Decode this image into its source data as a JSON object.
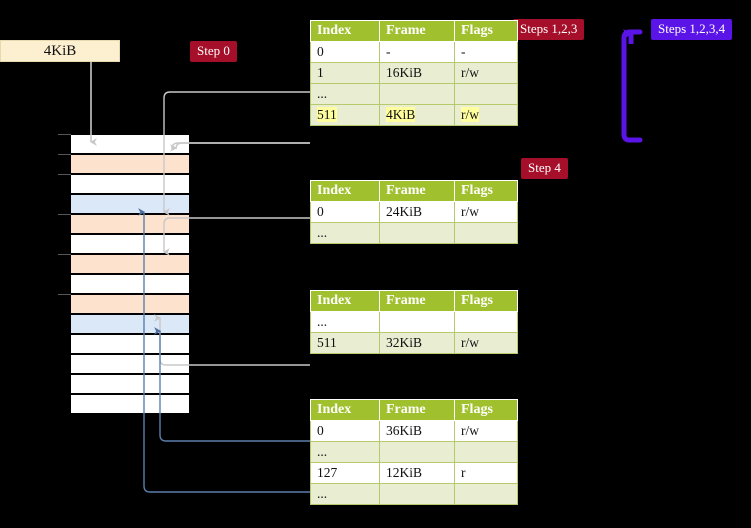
{
  "diagram": {
    "title_labels": {
      "size_label": "4KiB"
    },
    "badges": [
      {
        "name": "step-0",
        "text": "Step 0",
        "color": "#a50f2a"
      },
      {
        "name": "steps-123",
        "text": "Steps 1,2,3",
        "color": "#a50f2a"
      },
      {
        "name": "steps-1234",
        "text": "Steps 1,2,3,4",
        "color": "#5b14e8"
      },
      {
        "name": "step-4",
        "text": "Step 4",
        "color": "#a50f2a"
      }
    ],
    "colors": {
      "background": "#000000",
      "table_header": "#a0c02d",
      "table_alt_row": "#e9eed2",
      "highlight": "#ffff9e",
      "memory_orange": "#fde3cd",
      "memory_blue": "#dbe8f7",
      "size_label_bg": "#fdf0d0",
      "wire_gray": "#c8c8c8",
      "wire_blue": "#5b7fae"
    },
    "memory": {
      "name": "physical-memory-column",
      "rows": [
        {
          "index": 0,
          "fill": "white"
        },
        {
          "index": 1,
          "fill": "orange"
        },
        {
          "index": 2,
          "fill": "white"
        },
        {
          "index": 3,
          "fill": "blue"
        },
        {
          "index": 4,
          "fill": "orange"
        },
        {
          "index": 5,
          "fill": "white"
        },
        {
          "index": 6,
          "fill": "orange"
        },
        {
          "index": 7,
          "fill": "white"
        },
        {
          "index": 8,
          "fill": "orange"
        },
        {
          "index": 9,
          "fill": "blue"
        },
        {
          "index": 10,
          "fill": "white"
        },
        {
          "index": 11,
          "fill": "white"
        },
        {
          "index": 12,
          "fill": "white"
        },
        {
          "index": 13,
          "fill": "white"
        }
      ]
    },
    "tables": [
      {
        "name": "page-table-level-4",
        "headers": [
          "Index",
          "Frame",
          "Flags"
        ],
        "rows": [
          {
            "style": "plain",
            "cells": [
              "0",
              "-",
              "-"
            ],
            "highlight": [
              false,
              false,
              false
            ]
          },
          {
            "style": "alt",
            "cells": [
              "1",
              "16KiB",
              "r/w"
            ],
            "highlight": [
              false,
              false,
              false
            ]
          },
          {
            "style": "alt",
            "cells": [
              "...",
              "",
              ""
            ],
            "highlight": [
              false,
              false,
              false
            ]
          },
          {
            "style": "alt",
            "cells": [
              "511",
              "4KiB",
              "r/w"
            ],
            "highlight": [
              true,
              true,
              true
            ]
          }
        ]
      },
      {
        "name": "page-table-level-3",
        "headers": [
          "Index",
          "Frame",
          "Flags"
        ],
        "rows": [
          {
            "style": "plain",
            "cells": [
              "0",
              "24KiB",
              "r/w"
            ],
            "highlight": [
              false,
              false,
              false
            ]
          },
          {
            "style": "alt",
            "cells": [
              "...",
              "",
              ""
            ],
            "highlight": [
              false,
              false,
              false
            ]
          }
        ]
      },
      {
        "name": "page-table-level-2",
        "headers": [
          "Index",
          "Frame",
          "Flags"
        ],
        "rows": [
          {
            "style": "plain",
            "cells": [
              "...",
              "",
              ""
            ],
            "highlight": [
              false,
              false,
              false
            ]
          },
          {
            "style": "alt",
            "cells": [
              "511",
              "32KiB",
              "r/w"
            ],
            "highlight": [
              false,
              false,
              false
            ]
          }
        ]
      },
      {
        "name": "page-table-level-1",
        "headers": [
          "Index",
          "Frame",
          "Flags"
        ],
        "rows": [
          {
            "style": "plain",
            "cells": [
              "0",
              "36KiB",
              "r/w"
            ],
            "highlight": [
              false,
              false,
              false
            ]
          },
          {
            "style": "alt",
            "cells": [
              "...",
              "",
              ""
            ],
            "highlight": [
              false,
              false,
              false
            ]
          },
          {
            "style": "plain",
            "cells": [
              "127",
              "12KiB",
              "r"
            ],
            "highlight": [
              false,
              false,
              false
            ]
          },
          {
            "style": "alt",
            "cells": [
              "...",
              "",
              ""
            ],
            "highlight": [
              false,
              false,
              false
            ]
          }
        ]
      }
    ]
  }
}
